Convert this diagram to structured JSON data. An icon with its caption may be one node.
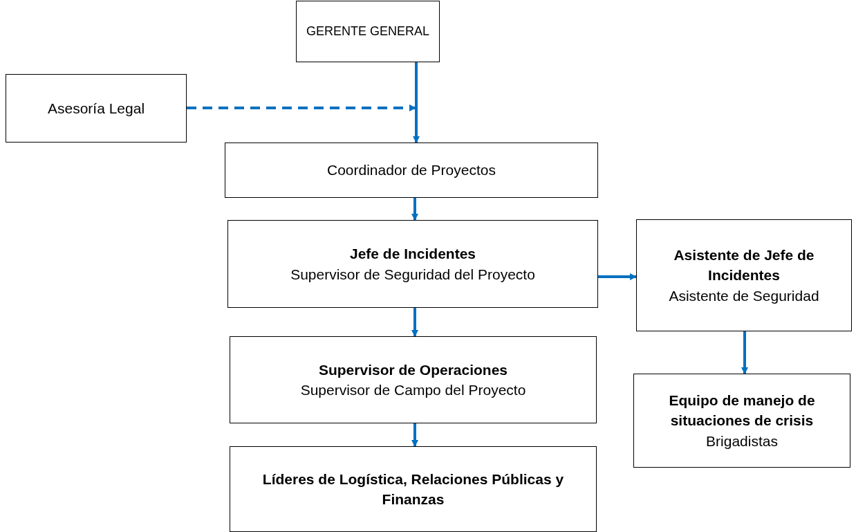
{
  "diagram": {
    "nodes": [
      {
        "text": [
          "GERENTE GENERAL"
        ]
      },
      {
        "text": [
          "Asesoría Legal"
        ]
      },
      {
        "text": [
          "Coordinador de Proyectos"
        ]
      },
      {
        "text": [
          "Jefe de Incidentes",
          "Supervisor de Seguridad del Proyecto"
        ]
      },
      {
        "text": [
          "Asistente de Jefe de Incidentes",
          "Asistente de Seguridad"
        ]
      },
      {
        "text": [
          "Supervisor de Operaciones",
          "Supervisor de Campo del Proyecto"
        ]
      },
      {
        "text": [
          "Equipo de manejo de situaciones de crisis",
          "Brigadistas"
        ]
      },
      {
        "text": [
          "Líderes de Logística, Relaciones Públicas y Finanzas"
        ]
      }
    ],
    "edges": [
      {
        "from": 0,
        "to": 2,
        "arrow": "to"
      },
      {
        "from": 1,
        "to": null,
        "arrow": "to",
        "style": "dashed"
      },
      {
        "from": 2,
        "to": 3,
        "arrow": "to"
      },
      {
        "from": 3,
        "to": 4,
        "arrow": "to"
      },
      {
        "from": 4,
        "to": 6,
        "arrow": "to"
      },
      {
        "from": 3,
        "to": 5,
        "arrow": "to"
      },
      {
        "from": 5,
        "to": 7,
        "arrow": "to"
      }
    ]
  }
}
